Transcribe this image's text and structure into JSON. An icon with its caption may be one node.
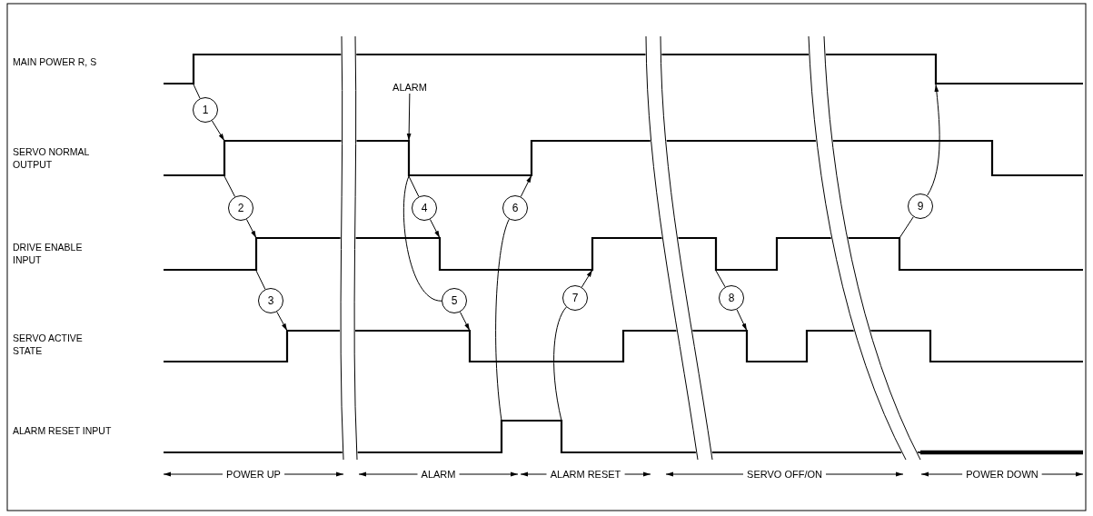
{
  "diagram": {
    "nodes": [
      {
        "text": [
          "1"
        ]
      },
      {
        "text": [
          "2"
        ]
      },
      {
        "text": [
          "3"
        ]
      },
      {
        "text": [
          "ALARM"
        ]
      },
      {
        "text": [
          "4"
        ]
      },
      {
        "text": [
          "5"
        ]
      },
      {
        "text": [
          "6"
        ]
      },
      {
        "text": [
          "7"
        ]
      },
      {
        "text": [
          "8"
        ]
      },
      {
        "text": [
          "9"
        ]
      }
    ],
    "edges": [
      {
        "from": null,
        "to": 0,
        "arrow": "none"
      },
      {
        "from": 0,
        "to": null,
        "arrow": "to"
      },
      {
        "from": null,
        "to": 1,
        "arrow": "none"
      },
      {
        "from": 1,
        "to": null,
        "arrow": "to"
      },
      {
        "from": null,
        "to": 2,
        "arrow": "none"
      },
      {
        "from": 2,
        "to": null,
        "arrow": "to"
      },
      {
        "from": 3,
        "to": null,
        "arrow": "to"
      },
      {
        "from": null,
        "to": 4,
        "arrow": "none"
      },
      {
        "from": 4,
        "to": null,
        "arrow": "to"
      },
      {
        "from": null,
        "to": 5,
        "arrow": "none"
      },
      {
        "from": 5,
        "to": null,
        "arrow": "to"
      },
      {
        "from": null,
        "to": 6,
        "arrow": "none"
      },
      {
        "from": 6,
        "to": null,
        "arrow": "to"
      },
      {
        "from": null,
        "to": 7,
        "arrow": "none"
      },
      {
        "from": 7,
        "to": null,
        "arrow": "to"
      },
      {
        "from": null,
        "to": 8,
        "arrow": "none"
      },
      {
        "from": 8,
        "to": null,
        "arrow": "to"
      },
      {
        "from": null,
        "to": 9,
        "arrow": "none"
      },
      {
        "from": 9,
        "to": null,
        "arrow": "to"
      }
    ],
    "labels": [
      "MAIN POWER R, S",
      "SERVO NORMAL OUTPUT",
      "DRIVE ENABLE INPUT",
      "SERVO ACTIVE STATE",
      "ALARM RESET INPUT",
      "POWER UP",
      "ALARM",
      "ALARM RESET",
      "SERVO OFF/ON",
      "POWER DOWN"
    ]
  }
}
